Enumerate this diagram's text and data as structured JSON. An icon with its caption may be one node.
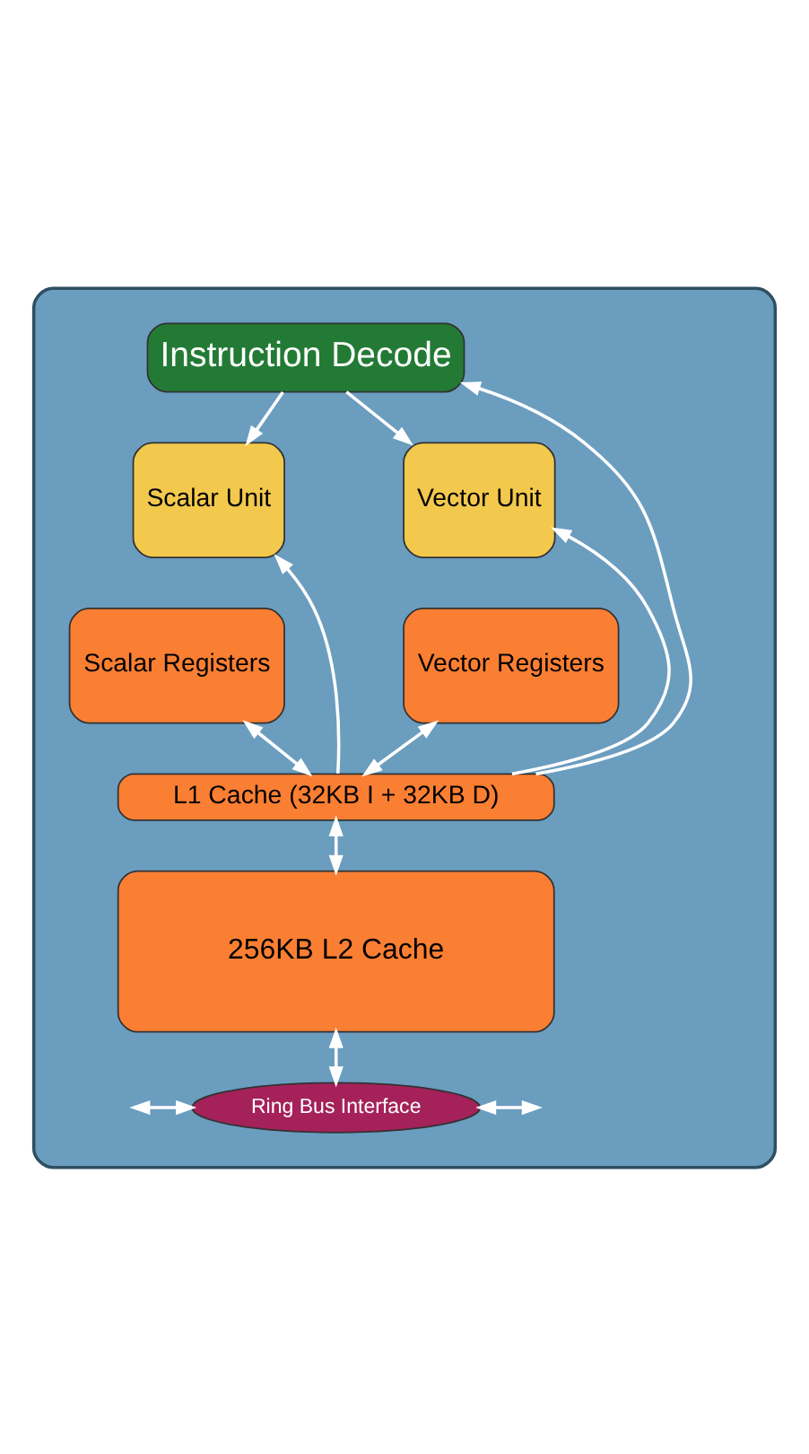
{
  "diagram": {
    "nodes": [
      {
        "text": [],
        "shape": "box"
      },
      {
        "text": [
          "Instruction Decode"
        ],
        "in": 0
      },
      {
        "text": [
          "Scalar Unit"
        ],
        "in": 0
      },
      {
        "text": [
          "Vector Unit"
        ],
        "in": 0
      },
      {
        "text": [
          "Scalar Registers"
        ],
        "in": 0
      },
      {
        "text": [
          "Vector Registers"
        ],
        "in": 0
      },
      {
        "text": [
          "L1 Cache (32KB I + 32KB D)"
        ],
        "in": 0
      },
      {
        "text": [
          "256KB L2 Cache"
        ],
        "in": 0
      },
      {
        "text": [
          "Ring Bus Interface"
        ],
        "in": 0
      }
    ],
    "edges": [
      {
        "from": 1,
        "to": 2,
        "arrow": "to"
      },
      {
        "from": 1,
        "to": 3,
        "arrow": "to"
      },
      {
        "from": 6,
        "to": 1,
        "arrow": "to"
      },
      {
        "from": 6,
        "to": 2,
        "arrow": "to"
      },
      {
        "from": 6,
        "to": 3,
        "arrow": "to"
      },
      {
        "from": 4,
        "to": 6,
        "arrow": "both"
      },
      {
        "from": 5,
        "to": 6,
        "arrow": "both"
      },
      {
        "from": 6,
        "to": 7,
        "arrow": "both"
      },
      {
        "from": 7,
        "to": 8,
        "arrow": "both"
      },
      {
        "from": null,
        "to": 8,
        "arrow": "both"
      },
      {
        "from": 8,
        "to": null,
        "arrow": "both"
      }
    ]
  }
}
